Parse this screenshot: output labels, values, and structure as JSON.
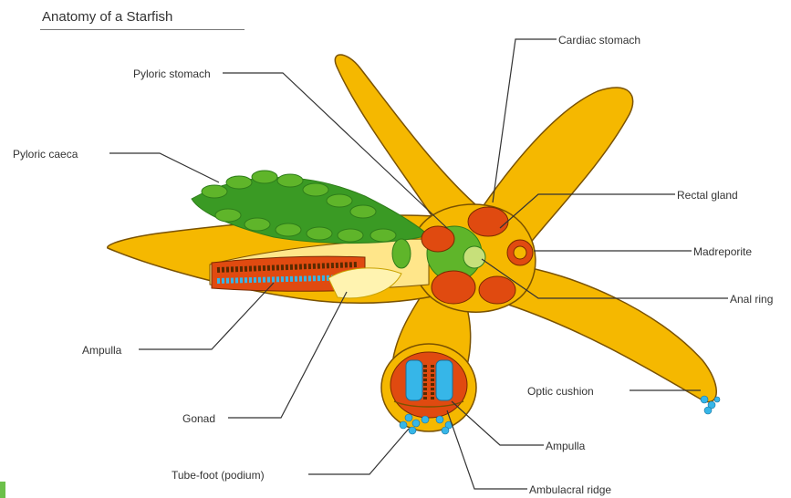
{
  "diagram": {
    "title": "Anatomy of a Starfish",
    "labels": {
      "cardiac_stomach": "Cardiac stomach",
      "pyloric_stomach": "Pyloric stomach",
      "pyloric_caeca": "Pyloric caeca",
      "rectal_gland": "Rectal gland",
      "madreporite": "Madreporite",
      "anal_ring": "Anal ring",
      "ampulla_arm": "Ampulla",
      "optic_cushion": "Optic cushion",
      "gonad": "Gonad",
      "ampulla_section": "Ampulla",
      "tube_foot": "Tube-foot (podium)",
      "ambulacral_ridge": "Ambulacral ridge"
    },
    "colors": {
      "body": "#f5b800",
      "body_outline": "#7a5200",
      "organ_red": "#e04a10",
      "organ_green": "#5fb52a",
      "caeca_green": "#3a9a24",
      "gonad_pale": "#ffe68a",
      "tube_feet_blue": "#36b6e8",
      "leader_line": "#333333"
    }
  }
}
